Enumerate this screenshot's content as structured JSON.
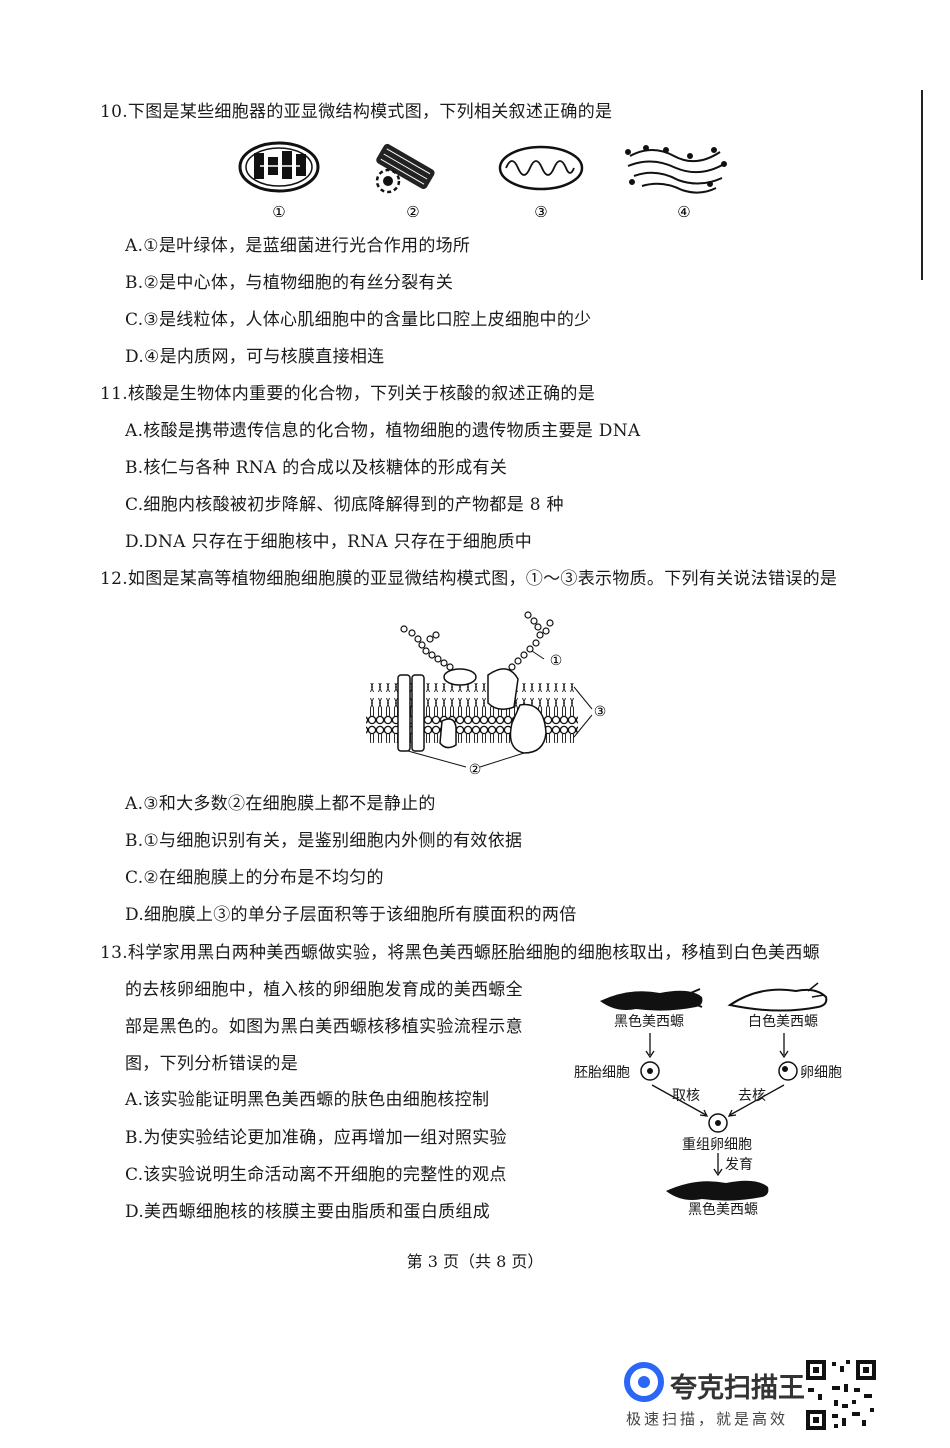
{
  "q10": {
    "stem": "10.下图是某些细胞器的亚显微结构模式图，下列相关叙述正确的是",
    "figure_labels": [
      "①",
      "②",
      "③",
      "④"
    ],
    "options": [
      "A.①是叶绿体，是蓝细菌进行光合作用的场所",
      "B.②是中心体，与植物细胞的有丝分裂有关",
      "C.③是线粒体，人体心肌细胞中的含量比口腔上皮细胞中的少",
      "D.④是内质网，可与核膜直接相连"
    ]
  },
  "q11": {
    "stem": "11.核酸是生物体内重要的化合物，下列关于核酸的叙述正确的是",
    "options": [
      "A.核酸是携带遗传信息的化合物，植物细胞的遗传物质主要是 DNA",
      "B.核仁与各种 RNA 的合成以及核糖体的形成有关",
      "C.细胞内核酸被初步降解、彻底降解得到的产物都是 8 种",
      "D.DNA 只存在于细胞核中，RNA 只存在于细胞质中"
    ]
  },
  "q12": {
    "stem": "12.如图是某高等植物细胞细胞膜的亚显微结构模式图，①～③表示物质。下列有关说法错误的是",
    "figure_labels": [
      "①",
      "②",
      "③"
    ],
    "options": [
      "A.③和大多数②在细胞膜上都不是静止的",
      "B.①与细胞识别有关，是鉴别细胞内外侧的有效依据",
      "C.②在细胞膜上的分布是不均匀的",
      "D.细胞膜上③的单分子层面积等于该细胞所有膜面积的两倍"
    ]
  },
  "q13": {
    "stem_lines": [
      "13.科学家用黑白两种美西螈做实验，将黑色美西螈胚胎细胞的细胞核取出，移植到白色美西螈",
      "的去核卵细胞中，植入核的卵细胞发育成的美西螈全",
      "部是黑色的。如图为黑白美西螈核移植实验流程示意",
      "图，下列分析错误的是"
    ],
    "options": [
      "A.该实验能证明黑色美西螈的肤色由细胞核控制",
      "B.为使实验结论更加准确，应再增加一组对照实验",
      "C.该实验说明生命活动离不开细胞的完整性的观点",
      "D.美西螈细胞核的核膜主要由脂质和蛋白质组成"
    ],
    "figure": {
      "black_axolotl": "黑色美西螈",
      "white_axolotl": "白色美西螈",
      "embryo_cell": "胚胎细胞",
      "egg_cell": "卵细胞",
      "take_nucleus": "取核",
      "remove_nucleus": "去核",
      "recombined_egg": "重组卵细胞",
      "develop": "发育",
      "result_axolotl": "黑色美西螈"
    }
  },
  "footer": "第 3 页（共 8 页）",
  "watermark": {
    "brand": "夸克扫描王",
    "slogan": "极速扫描，就是高效"
  }
}
